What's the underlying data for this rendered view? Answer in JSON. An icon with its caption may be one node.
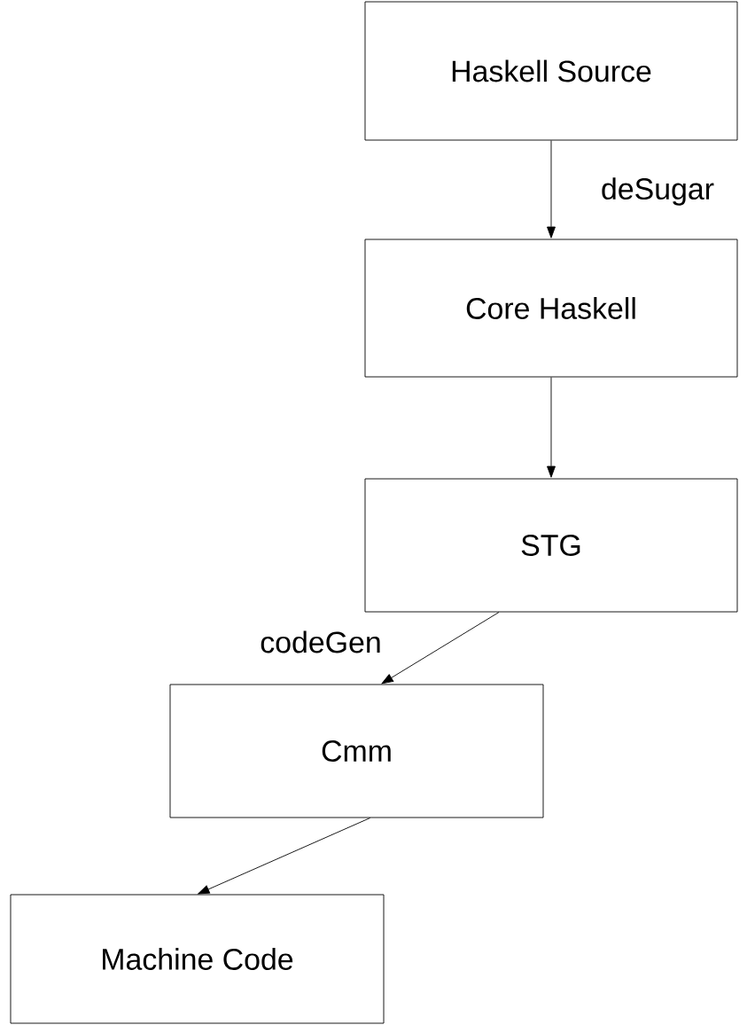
{
  "diagram": {
    "nodes": [
      {
        "text": [
          "Haskell Source"
        ]
      },
      {
        "text": [
          "Core Haskell"
        ]
      },
      {
        "text": [
          "STG"
        ]
      },
      {
        "text": [
          "Cmm"
        ]
      },
      {
        "text": [
          "Machine Code"
        ]
      }
    ],
    "edges": [
      {
        "from": 0,
        "to": 1,
        "arrow": "to",
        "label": "deSugar"
      },
      {
        "from": 1,
        "to": 2,
        "arrow": "to"
      },
      {
        "from": 2,
        "to": 3,
        "arrow": "to",
        "label": "codeGen"
      },
      {
        "from": 3,
        "to": 4,
        "arrow": "to"
      }
    ]
  }
}
